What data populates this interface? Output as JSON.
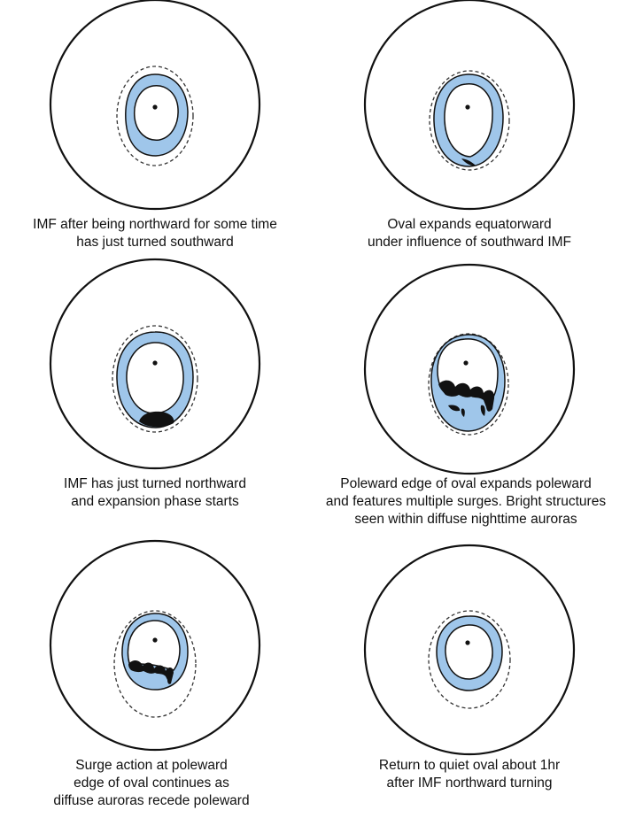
{
  "colors": {
    "globe_outline": "#111111",
    "oval_fill": "#9fc6ea",
    "aurora_fill": "#111111",
    "dashed_boundary": "#333333"
  },
  "panels": [
    {
      "caption": [
        "IMF after being northward for some time",
        "has just turned southward"
      ]
    },
    {
      "caption": [
        "Oval expands equatorward",
        "under influence of southward IMF"
      ]
    },
    {
      "caption": [
        "IMF has just turned northward",
        "and expansion phase starts"
      ]
    },
    {
      "caption": [
        "Poleward edge of oval expands poleward",
        "and features multiple surges. Bright structures",
        "seen within diffuse nighttime auroras"
      ]
    },
    {
      "caption": [
        "Surge action at poleward",
        "edge of oval continues as",
        "diffuse auroras recede poleward"
      ]
    },
    {
      "caption": [
        "Return to quiet oval about 1hr",
        "after IMF northward turning"
      ]
    }
  ]
}
